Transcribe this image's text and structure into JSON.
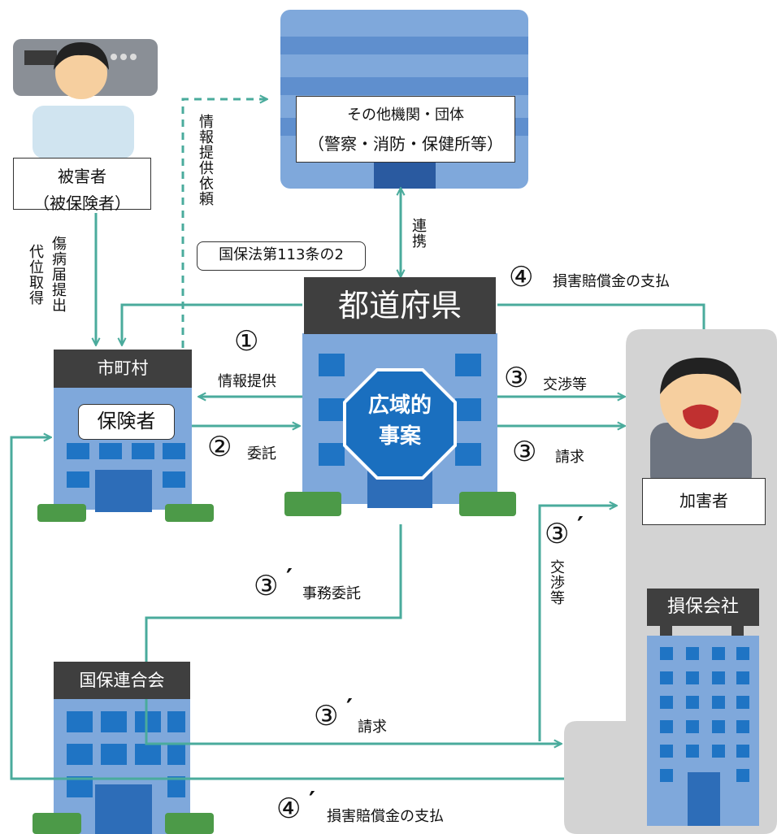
{
  "victim": {
    "line1": "被害者",
    "line2": "（被保険者）"
  },
  "other_org": {
    "line1": "その他機関・団体",
    "line2": "（警察・消防・保健所等）"
  },
  "info_request": {
    "label": "情報提供依頼",
    "law": "国保法第113条の2"
  },
  "subrogation": {
    "col1": "傷病届提出",
    "col2": "代位取得"
  },
  "renkei": "連携",
  "prefecture": {
    "sign": "都道府県",
    "badge_line1": "広域的",
    "badge_line2": "事案"
  },
  "municipality": {
    "sign": "市町村",
    "insurer": "保険者"
  },
  "step1": {
    "num": "①",
    "label": "情報提供"
  },
  "step2": {
    "num": "②",
    "label": "委託"
  },
  "step3a": {
    "num": "③",
    "label": "交渉等"
  },
  "step3b": {
    "num": "③",
    "label": "請求"
  },
  "step4": {
    "num": "④",
    "label": "損害賠償金の支払"
  },
  "perpetrator": "加害者",
  "step3p_vertical": {
    "num": "③",
    "mark": "′",
    "label": "交渉等"
  },
  "step3p_delegate": {
    "num": "③",
    "mark": "′",
    "label": "事務委託"
  },
  "step3p_claim": {
    "num": "③",
    "mark": "′",
    "label": "請求"
  },
  "insurance_company": "損保会社",
  "federation": "国保連合会",
  "step4p": {
    "num": "④",
    "mark": "′",
    "label": "損害賠償金の支払"
  },
  "colors": {
    "arrow": "#4aab9c",
    "sign": "#3f3f3f",
    "badge": "#1a6fbf",
    "building": "#7fa8db",
    "window": "#1f74c4",
    "panel": "#d3d3d3"
  }
}
